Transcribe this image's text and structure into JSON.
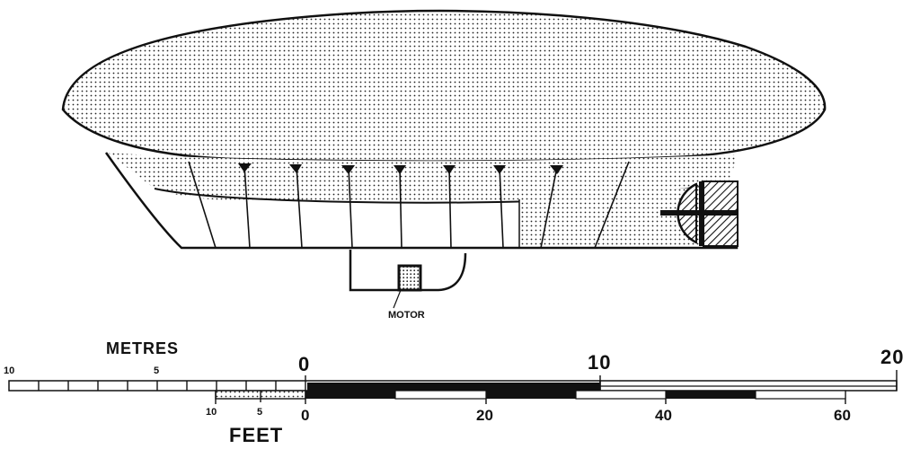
{
  "labels": {
    "motor": "MOTOR",
    "metres": "METRES",
    "feet": "FEET"
  },
  "metres_scale": {
    "ticks_left": [
      "10",
      "5",
      "0"
    ],
    "ticks_right": [
      "10",
      "20"
    ]
  },
  "feet_scale": {
    "ticks_left": [
      "10",
      "5",
      "0"
    ],
    "ticks_right": [
      "20",
      "40",
      "60"
    ]
  }
}
